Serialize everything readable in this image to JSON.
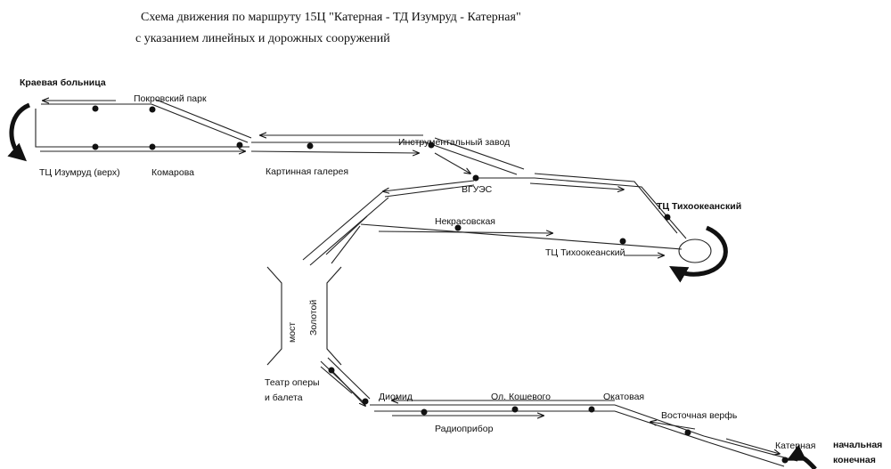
{
  "title": {
    "line1": "Схема движения по маршруту  15Ц \"Катерная - ТД Изумруд - Катерная\"",
    "line2": "с указанием линейных и дорожных сооружений"
  },
  "stops": {
    "kraevaya": "Краевая больница",
    "pokrovsky": "Покровский парк",
    "izumrud": "ТЦ Изумруд (верх)",
    "komarova": "Комарова",
    "kartinnaya": "Картинная галерея",
    "instrumentalny": "Инструментальный завод",
    "vguas": "ВГУЭС",
    "tikhookeansky_top": "ТЦ Тихоокеанский",
    "nekrasovskaya": "Некрасовская",
    "tikhookeansky_bottom": "ТЦ Тихоокеанский",
    "bridge_word1": "мост",
    "bridge_word2": "Золотой",
    "teatr_line1": "Театр оперы",
    "teatr_line2": "и балета",
    "diomid": "Диомид",
    "koshevogo": "Ол. Кошевого",
    "okatovaya": "Окатовая",
    "radiopribor": "Радиоприбор",
    "vostochnaya": "Восточная верфь",
    "katernaya": "Катерная",
    "terminal_line1": "начальная",
    "terminal_line2": "конечная"
  },
  "colors": {
    "ink": "#111111",
    "background": "#ffffff"
  }
}
